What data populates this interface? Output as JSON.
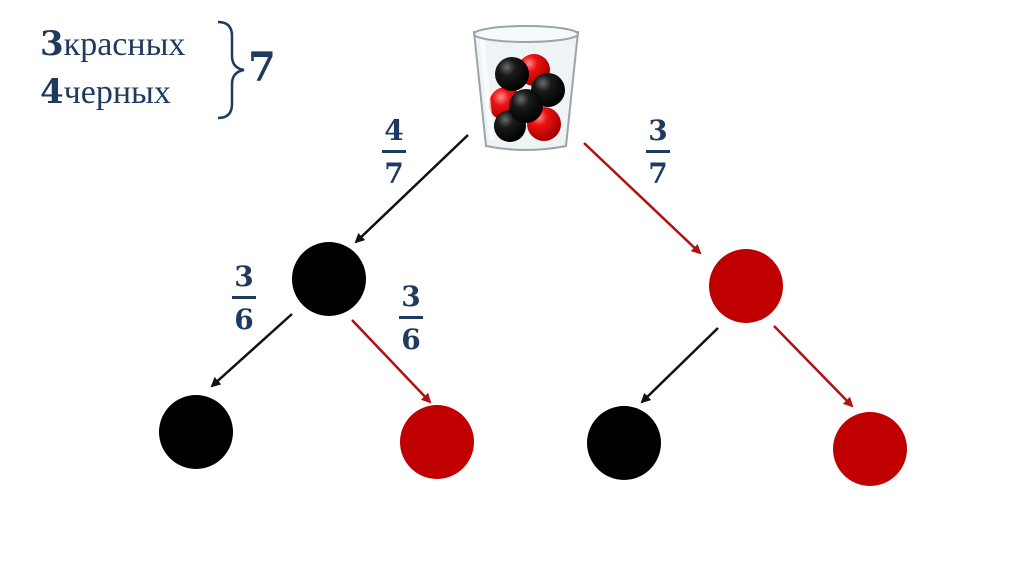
{
  "legend": {
    "red_count": "3",
    "red_word": "красных",
    "black_count": "4",
    "black_word": "черных",
    "total": "7"
  },
  "probabilities": {
    "first_black": {
      "num": "4",
      "den": "7"
    },
    "first_red": {
      "num": "3",
      "den": "7"
    },
    "black_then_black": {
      "num": "3",
      "den": "6"
    },
    "black_then_red": {
      "num": "3",
      "den": "6"
    }
  },
  "colors": {
    "black_ball": "#000000",
    "red_ball": "#c00000",
    "text": "#1f3a5f",
    "black_arrow": "#111111",
    "red_arrow": "#b01010"
  },
  "icons": [
    "glass-with-balls-icon",
    "brace-icon"
  ]
}
